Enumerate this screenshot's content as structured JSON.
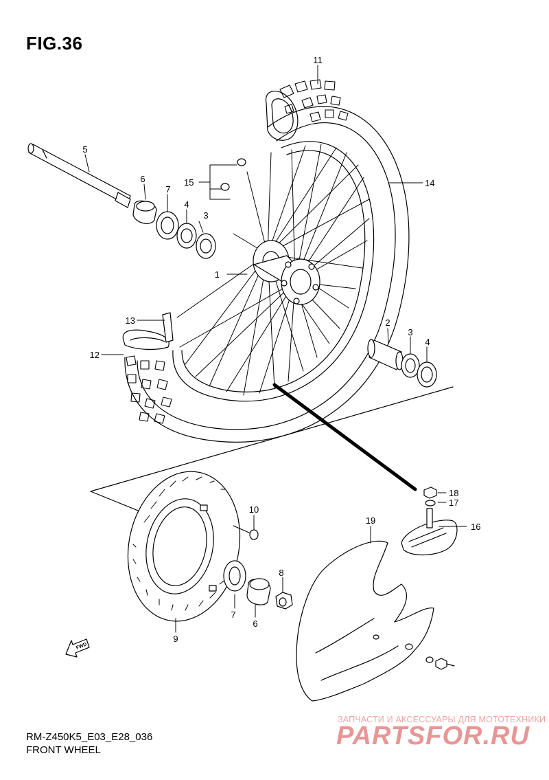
{
  "figure": {
    "title": "FIG.36",
    "model_code": "RM-Z450K5_E03_E28_036",
    "diagram_name": "FRONT WHEEL"
  },
  "callouts": {
    "c1": "1",
    "c2": "2",
    "c3a": "3",
    "c3b": "3",
    "c4a": "4",
    "c4b": "4",
    "c5": "5",
    "c6a": "6",
    "c6b": "6",
    "c7a": "7",
    "c7b": "7",
    "c8": "8",
    "c9": "9",
    "c10": "10",
    "c11": "11",
    "c12": "12",
    "c13": "13",
    "c14": "14",
    "c15": "15",
    "c16": "16",
    "c17": "17",
    "c18": "18",
    "c19": "19"
  },
  "direction_label": "FWD",
  "watermark": {
    "tagline": "ЗАПЧАСТИ И АКСЕССУАРЫ ДЛЯ МОТОТЕХНИКИ",
    "logo": "PARTSFOR.RU"
  },
  "colors": {
    "line": "#000000",
    "watermark": "#ea9595",
    "background": "#ffffff"
  }
}
